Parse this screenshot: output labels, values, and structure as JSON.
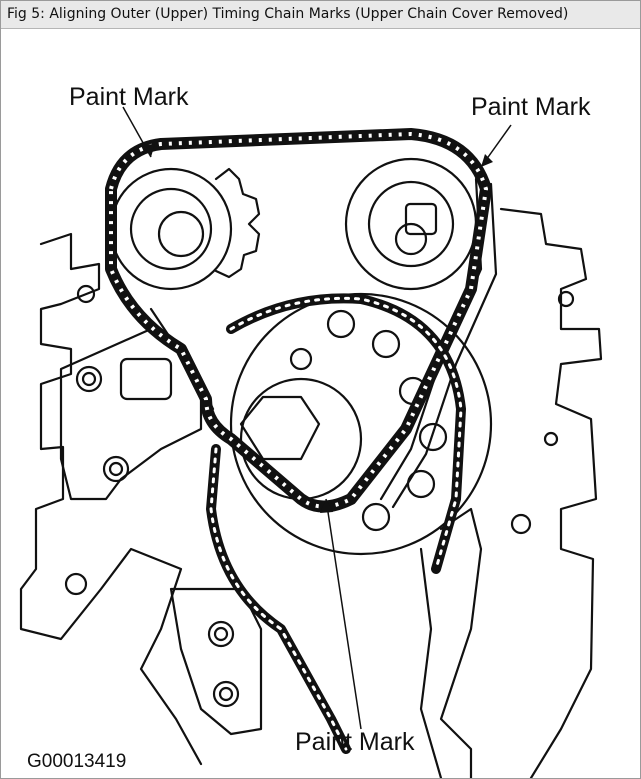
{
  "figure": {
    "title": "Fig 5: Aligning Outer (Upper) Timing Chain Marks (Upper Chain Cover Removed)",
    "labels": {
      "left_paint_mark": "Paint Mark",
      "right_paint_mark": "Paint Mark",
      "bottom_paint_mark": "Paint Mark"
    },
    "image_code": "G00013419"
  },
  "colors": {
    "line": "#111111",
    "background": "#ffffff",
    "title_bar": "#e9e9e9"
  }
}
